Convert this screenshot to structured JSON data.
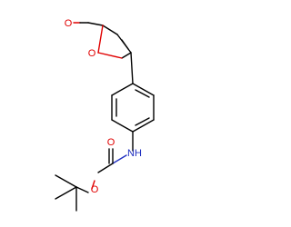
{
  "molecule": {
    "atoms": {
      "aldehyde_oxygen": "O",
      "furan_oxygen": "O",
      "amide_nitrogen": "NH",
      "carbonyl_oxygen": "O",
      "ester_oxygen": "O"
    },
    "colors": {
      "bond": "#000000",
      "oxygen": "#e00000",
      "nitrogen": "#2030c0",
      "background": "#ffffff"
    }
  }
}
